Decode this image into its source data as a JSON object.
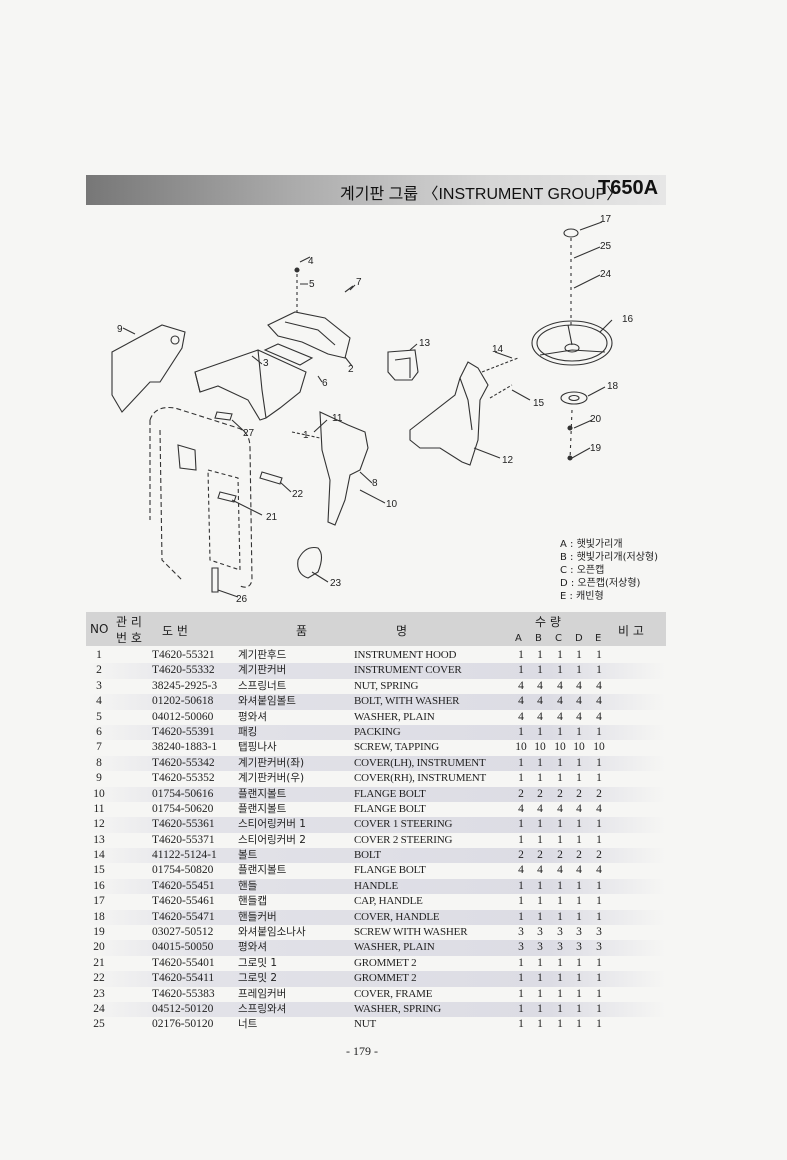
{
  "header": {
    "title": "계기판 그룹 〈INSTRUMENT GROUP〉",
    "model": "T650A"
  },
  "legend": [
    "A : 햇빛가리개",
    "B : 햇빛가리개(저상형)",
    "C : 오픈캡",
    "D : 오픈캡(저상형)",
    "E : 캐빈형"
  ],
  "diagram_callouts": [
    "1",
    "2",
    "3",
    "4",
    "5",
    "6",
    "7",
    "8",
    "9",
    "10",
    "11",
    "12",
    "13",
    "14",
    "15",
    "16",
    "17",
    "18",
    "19",
    "20",
    "21",
    "22",
    "23",
    "24",
    "25",
    "26",
    "27"
  ],
  "table": {
    "headers": {
      "no": "NO",
      "mgmt_top": "관 리",
      "mgmt_bottom": "번 호",
      "drawing": "도    번",
      "name_a": "품",
      "name_b": "명",
      "qty_top": "수        량",
      "qty_cols": [
        "A",
        "B",
        "C",
        "D",
        "E"
      ],
      "remarks": "비  고"
    },
    "rows": [
      {
        "no": "1",
        "part": "T4620-55321",
        "kr": "계기판후드",
        "name": "INSTRUMENT HOOD",
        "q": [
          "1",
          "1",
          "1",
          "1",
          "1"
        ]
      },
      {
        "no": "2",
        "part": "T4620-55332",
        "kr": "계기판커버",
        "name": "INSTRUMENT COVER",
        "q": [
          "1",
          "1",
          "1",
          "1",
          "1"
        ]
      },
      {
        "no": "3",
        "part": "38245-2925-3",
        "kr": "스프링너트",
        "name": "NUT, SPRING",
        "q": [
          "4",
          "4",
          "4",
          "4",
          "4"
        ]
      },
      {
        "no": "4",
        "part": "01202-50618",
        "kr": "와셔붙임볼트",
        "name": "BOLT, WITH WASHER",
        "q": [
          "4",
          "4",
          "4",
          "4",
          "4"
        ]
      },
      {
        "no": "5",
        "part": "04012-50060",
        "kr": "평와셔",
        "name": "WASHER, PLAIN",
        "q": [
          "4",
          "4",
          "4",
          "4",
          "4"
        ]
      },
      {
        "no": "6",
        "part": "T4620-55391",
        "kr": "패킹",
        "name": "PACKING",
        "q": [
          "1",
          "1",
          "1",
          "1",
          "1"
        ]
      },
      {
        "no": "7",
        "part": "38240-1883-1",
        "kr": "탭핑나사",
        "name": "SCREW, TAPPING",
        "q": [
          "10",
          "10",
          "10",
          "10",
          "10"
        ]
      },
      {
        "no": "8",
        "part": "T4620-55342",
        "kr": "계기판커버(좌)",
        "name": "COVER(LH), INSTRUMENT",
        "q": [
          "1",
          "1",
          "1",
          "1",
          "1"
        ]
      },
      {
        "no": "9",
        "part": "T4620-55352",
        "kr": "계기판커버(우)",
        "name": "COVER(RH), INSTRUMENT",
        "q": [
          "1",
          "1",
          "1",
          "1",
          "1"
        ]
      },
      {
        "no": "10",
        "part": "01754-50616",
        "kr": "플랜지볼트",
        "name": "FLANGE BOLT",
        "q": [
          "2",
          "2",
          "2",
          "2",
          "2"
        ]
      },
      {
        "no": "11",
        "part": "01754-50620",
        "kr": "플랜지볼트",
        "name": "FLANGE BOLT",
        "q": [
          "4",
          "4",
          "4",
          "4",
          "4"
        ]
      },
      {
        "no": "12",
        "part": "T4620-55361",
        "kr": "스티어링커버 1",
        "name": "COVER 1 STEERING",
        "q": [
          "1",
          "1",
          "1",
          "1",
          "1"
        ]
      },
      {
        "no": "13",
        "part": "T4620-55371",
        "kr": "스티어링커버 2",
        "name": "COVER 2 STEERING",
        "q": [
          "1",
          "1",
          "1",
          "1",
          "1"
        ]
      },
      {
        "no": "14",
        "part": "41122-5124-1",
        "kr": "볼트",
        "name": "BOLT",
        "q": [
          "2",
          "2",
          "2",
          "2",
          "2"
        ]
      },
      {
        "no": "15",
        "part": "01754-50820",
        "kr": "플랜지볼트",
        "name": "FLANGE BOLT",
        "q": [
          "4",
          "4",
          "4",
          "4",
          "4"
        ]
      },
      {
        "no": "16",
        "part": "T4620-55451",
        "kr": "핸들",
        "name": "HANDLE",
        "q": [
          "1",
          "1",
          "1",
          "1",
          "1"
        ]
      },
      {
        "no": "17",
        "part": "T4620-55461",
        "kr": "핸들캡",
        "name": "CAP, HANDLE",
        "q": [
          "1",
          "1",
          "1",
          "1",
          "1"
        ]
      },
      {
        "no": "18",
        "part": "T4620-55471",
        "kr": "핸들커버",
        "name": "COVER, HANDLE",
        "q": [
          "1",
          "1",
          "1",
          "1",
          "1"
        ]
      },
      {
        "no": "19",
        "part": "03027-50512",
        "kr": "와셔붙임소나사",
        "name": "SCREW WITH WASHER",
        "q": [
          "3",
          "3",
          "3",
          "3",
          "3"
        ]
      },
      {
        "no": "20",
        "part": "04015-50050",
        "kr": "평와셔",
        "name": "WASHER, PLAIN",
        "q": [
          "3",
          "3",
          "3",
          "3",
          "3"
        ]
      },
      {
        "no": "21",
        "part": "T4620-55401",
        "kr": "그로밋 1",
        "name": "GROMMET 2",
        "q": [
          "1",
          "1",
          "1",
          "1",
          "1"
        ]
      },
      {
        "no": "22",
        "part": "T4620-55411",
        "kr": "그로밋 2",
        "name": "GROMMET 2",
        "q": [
          "1",
          "1",
          "1",
          "1",
          "1"
        ]
      },
      {
        "no": "23",
        "part": "T4620-55383",
        "kr": "프레임커버",
        "name": "COVER, FRAME",
        "q": [
          "1",
          "1",
          "1",
          "1",
          "1"
        ]
      },
      {
        "no": "24",
        "part": "04512-50120",
        "kr": "스프링와셔",
        "name": "WASHER, SPRING",
        "q": [
          "1",
          "1",
          "1",
          "1",
          "1"
        ]
      },
      {
        "no": "25",
        "part": "02176-50120",
        "kr": "너트",
        "name": "NUT",
        "q": [
          "1",
          "1",
          "1",
          "1",
          "1"
        ]
      }
    ]
  },
  "footer": {
    "page": "- 179 -"
  }
}
